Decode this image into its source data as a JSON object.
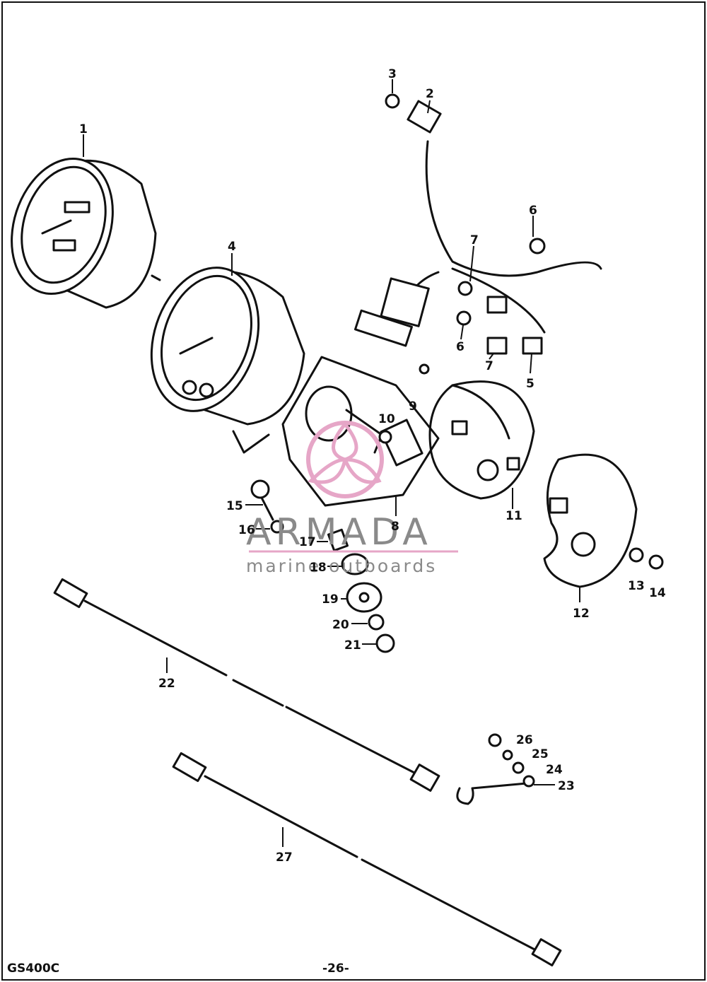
{
  "footer": {
    "model": "GS400C",
    "page": "-26-"
  },
  "watermark": {
    "brand": "ARMADA",
    "tagline": "marine outboards",
    "accent": "#e6a6c7"
  },
  "callouts": [
    "1",
    "2",
    "3",
    "4",
    "5",
    "6",
    "6",
    "7",
    "7",
    "8",
    "9",
    "10",
    "11",
    "12",
    "13",
    "14",
    "15",
    "16",
    "17",
    "18",
    "19",
    "20",
    "21",
    "22",
    "23",
    "24",
    "25",
    "26",
    "27"
  ]
}
